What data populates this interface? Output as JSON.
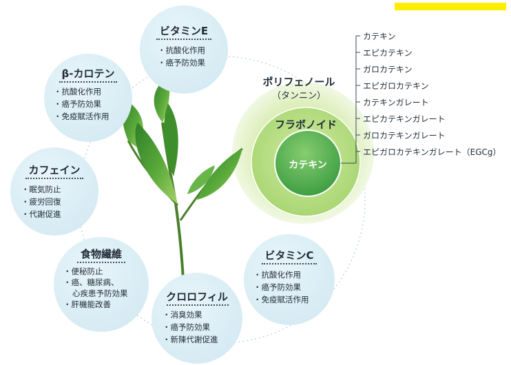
{
  "colors": {
    "accent": "#ffee00",
    "bubble_fill": "#d9eef5",
    "outer_green": "#d6eba8",
    "mid_green": "#c2e08a",
    "core_green": "#5bb85a"
  },
  "bubbles": {
    "vitamin_e": {
      "title": "ビタミンE",
      "items": [
        "抗酸化作用",
        "癌予防効果"
      ]
    },
    "beta_carotene": {
      "title": "β-カロテン",
      "items": [
        "抗酸化作用",
        "癌予防効果",
        "免疫賦活作用"
      ]
    },
    "caffeine": {
      "title": "カフェイン",
      "items": [
        "眠気防止",
        "疲労回復",
        "代謝促進"
      ]
    },
    "fiber": {
      "title": "食物繊維",
      "items": [
        "便秘防止",
        "癌、糖尿病、",
        "心疾患予防効果",
        "肝機能改善"
      ]
    },
    "chlorophyll": {
      "title": "クロロフィル",
      "items": [
        "消臭効果",
        "癌予防効果",
        "新陳代謝促進"
      ]
    },
    "vitamin_c": {
      "title": "ビタミンC",
      "items": [
        "抗酸化作用",
        "癌予防効果",
        "免疫賦活作用"
      ]
    }
  },
  "polyphenol": {
    "title": "ポリフェノール",
    "subtitle": "（タンニン）",
    "flavonoid": "フラボノイド",
    "catechin": "カテキン"
  },
  "catechin_list": [
    "カテキン",
    "エピカテキン",
    "ガロカテキン",
    "エピガロカテキン",
    "カテキンガレート",
    "エピカテキンガレート",
    "ガロカテキンガレート",
    "エピガロカテキンガレート（EGCg）"
  ]
}
